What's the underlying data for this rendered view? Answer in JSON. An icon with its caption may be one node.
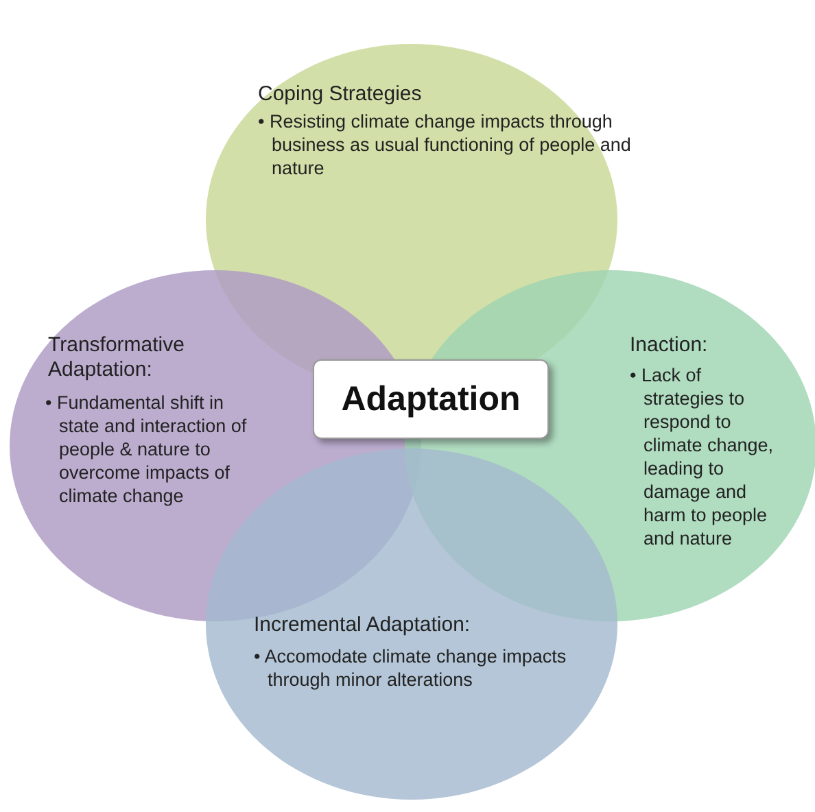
{
  "diagram": {
    "nodes": [
      {
        "text": [
          "Coping Strategies",
          "• Resisting climate change impacts through business as usual functioning of people and nature"
        ]
      },
      {
        "text": [
          "Transformative Adaptation:",
          "• Fundamental shift in state and interaction  of people & nature to overcome impacts of climate change"
        ]
      },
      {
        "text": [
          "Inaction:",
          "• Lack of strategies to respond to climate change, leading to damage and harm to people and nature"
        ]
      },
      {
        "text": [
          "Incremental Adaptation:",
          "• Accomodate climate change impacts through minor alterations"
        ]
      },
      {
        "text": [
          "Adaptation"
        ]
      }
    ],
    "edges": []
  }
}
